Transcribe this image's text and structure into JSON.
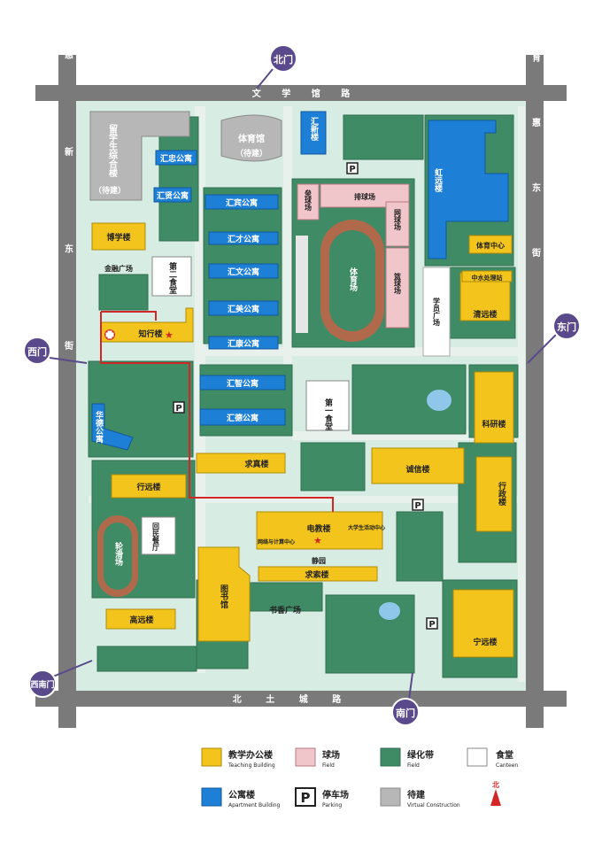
{
  "colors": {
    "teaching": "#f2c41c",
    "field": "#f1c6cb",
    "green": "#3f8b66",
    "canteen": "#ffffff",
    "apartment": "#1e7fd6",
    "construction": "#b7b7b7",
    "road": "#7a7a7a",
    "gate": "#5a4a8c",
    "track": "#b06a4b"
  },
  "roads": {
    "north": "文 学 馆 路",
    "south": "北 土 城 路",
    "east": "育 惠 东 街",
    "west": "惠 新 东 街"
  },
  "gates": {
    "north": "北门",
    "east": "东门",
    "west": "西门",
    "south": "南门",
    "southwest": "西南门"
  },
  "buildings": {
    "liuxuesheng": "留学生综合楼",
    "liuxuesheng_note": "（待建）",
    "tiyuguan": "体育馆",
    "tiyuguan_note": "（待建）",
    "huizhong": "汇忠公寓",
    "huixin": "汇新楼",
    "huiyuan": "虹远楼",
    "huixian": "汇贤公寓",
    "huibin": "汇宾公寓",
    "huicai": "汇才公寓",
    "huiwen": "汇文公寓",
    "huimei": "汇美公寓",
    "huikang": "汇康公寓",
    "huizhi": "汇智公寓",
    "huide": "汇德公寓",
    "huade": "华德公寓",
    "boxue": "博学楼",
    "jinrong": "金融广场",
    "dier_shitang": "第二食堂",
    "zhixing": "知行楼",
    "leiqiu": "垒球场",
    "paiqiu": "排球场",
    "wangqiu": "网球场",
    "lanqiu": "篮球场",
    "tiyuchang": "体育场",
    "xueyuan": "学员广场",
    "tiyu_zhongxin": "体育中心",
    "zhongshui": "中水处理站",
    "qingyuan": "清远楼",
    "keyan": "科研楼",
    "diyi_shitang": "第一食堂",
    "qiuzhen": "求真楼",
    "chengxin": "诚信楼",
    "xingzheng": "行政楼",
    "xingyuan": "行远楼",
    "lunhua": "轮滑场",
    "huimin": "回民餐厅",
    "dianjiao": "电教楼",
    "wangluo": "网络与计算中心",
    "daxuesheng": "大学生活动中心",
    "jingyuan": "静园",
    "qiusuo": "求索楼",
    "tushuguan": "图书馆",
    "shuxiang": "书香广场",
    "gaoyuan": "高远楼",
    "ningyuan": "宁远楼"
  },
  "legend": [
    {
      "zh": "教学办公楼",
      "en": "Teaching Building",
      "color": "#f2c41c"
    },
    {
      "zh": "球场",
      "en": "Field",
      "color": "#f1c6cb"
    },
    {
      "zh": "绿化带",
      "en": "Field",
      "color": "#3f8b66"
    },
    {
      "zh": "食堂",
      "en": "Canteen",
      "color": "#ffffff"
    },
    {
      "zh": "公寓楼",
      "en": "Apartment Building",
      "color": "#1e7fd6"
    },
    {
      "zh": "停车场",
      "en": "Parking",
      "color": "parking"
    },
    {
      "zh": "待建",
      "en": "Virtual Construction",
      "color": "#b7b7b7"
    }
  ],
  "north_arrow": "北",
  "parking_symbol": "P"
}
